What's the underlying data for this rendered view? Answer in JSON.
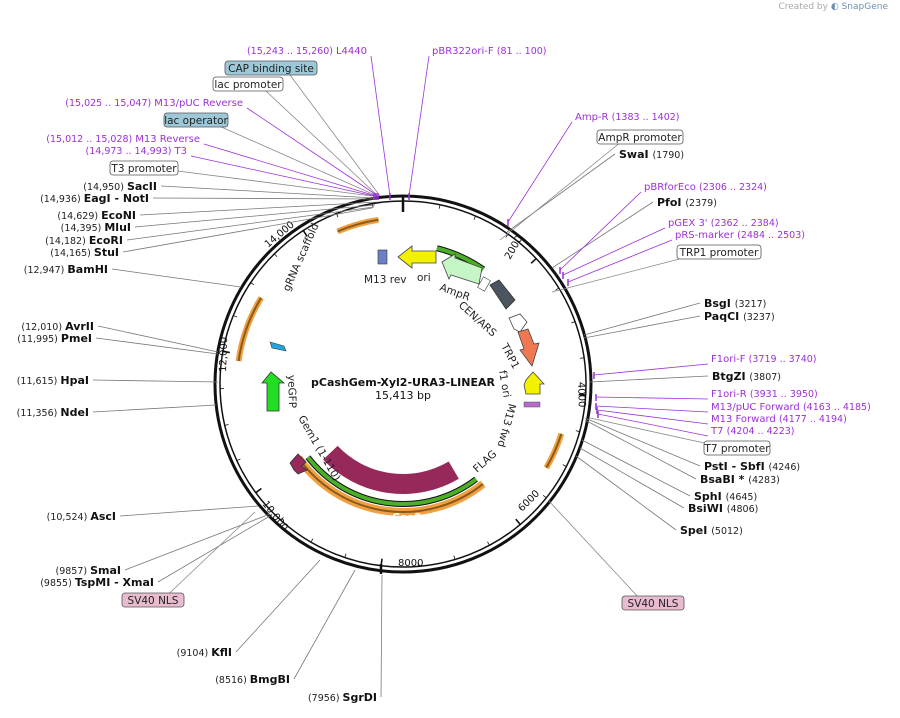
{
  "credit": {
    "prefix": "Created by",
    "brand": "SnapGene"
  },
  "map": {
    "name": "pCashGem-Xyl2-URA3-LINEAR",
    "length": "15,413 bp",
    "length_bp": 15413
  },
  "ticks": [
    {
      "label": "2000",
      "bp": 2000
    },
    {
      "label": "4000",
      "bp": 4000
    },
    {
      "label": "6000",
      "bp": 6000
    },
    {
      "label": "8000",
      "bp": 8000
    },
    {
      "label": "10,000",
      "bp": 10000
    },
    {
      "label": "12,000",
      "bp": 12000
    },
    {
      "label": "14,000",
      "bp": 14000
    }
  ],
  "colors": {
    "primer": "#9b30d9",
    "cas9": "#96285a",
    "yegfp": "#22dd22",
    "ori": "#f2f200",
    "ampr": "#c6f5c6",
    "cen": "#4a5560",
    "trp1": "#f07850",
    "orange_arc": "#f0a040",
    "green_arc": "#4caf28",
    "blue_label": "#9cc8d8",
    "pink_label": "#e8bcd0"
  },
  "enzymes_left": [
    {
      "name": "SacII",
      "pos": "(14,950)"
    },
    {
      "name": "EagI  -  NotI",
      "pos": "(14,936)"
    },
    {
      "name": "EcoNI",
      "pos": "(14,629)"
    },
    {
      "name": "MluI",
      "pos": "(14,395)"
    },
    {
      "name": "EcoRI",
      "pos": "(14,182)"
    },
    {
      "name": "StuI",
      "pos": "(14,165)"
    },
    {
      "name": "BamHI",
      "pos": "(12,947)"
    },
    {
      "name": "AvrII",
      "pos": "(12,010)"
    },
    {
      "name": "PmeI",
      "pos": "(11,995)"
    },
    {
      "name": "HpaI",
      "pos": "(11,615)"
    },
    {
      "name": "NdeI",
      "pos": "(11,356)"
    },
    {
      "name": "AscI",
      "pos": "(10,524)"
    },
    {
      "name": "SmaI",
      "pos": "(9857)"
    },
    {
      "name": "TspMI  -  XmaI",
      "pos": "(9855)"
    },
    {
      "name": "KflI",
      "pos": "(9104)"
    },
    {
      "name": "BmgBI",
      "pos": "(8516)"
    },
    {
      "name": "SgrDI",
      "pos": "(7956)"
    }
  ],
  "enzymes_right": [
    {
      "name": "SwaI",
      "pos": "(1790)"
    },
    {
      "name": "PfoI",
      "pos": "(2379)"
    },
    {
      "name": "BsgI",
      "pos": "(3217)"
    },
    {
      "name": "PaqCI",
      "pos": "(3237)"
    },
    {
      "name": "BtgZI",
      "pos": "(3807)"
    },
    {
      "name": "PstI  -  SbfI",
      "pos": "(4246)"
    },
    {
      "name": "BsaBI  *",
      "pos": "(4283)"
    },
    {
      "name": "SphI",
      "pos": "(4645)"
    },
    {
      "name": "BsiWI",
      "pos": "(4806)"
    },
    {
      "name": "SpeI",
      "pos": "(5012)"
    }
  ],
  "primers": [
    {
      "name": "L4440",
      "pos": "(15,243 .. 15,260)"
    },
    {
      "name": "pBR322ori-F",
      "pos": "(81 .. 100)"
    },
    {
      "name": "M13/pUC Reverse",
      "pos": "(15,025 .. 15,047)"
    },
    {
      "name": "M13 Reverse",
      "pos": "(15,012 .. 15,028)"
    },
    {
      "name": "T3",
      "pos": "(14,973 .. 14,993)"
    },
    {
      "name": "Amp-R",
      "pos": "(1383 .. 1402)"
    },
    {
      "name": "pBRforEco",
      "pos": "(2306 .. 2324)"
    },
    {
      "name": "pGEX 3'",
      "pos": "(2362 .. 2384)"
    },
    {
      "name": "pRS-marker",
      "pos": "(2484 .. 2503)"
    },
    {
      "name": "F1ori-F",
      "pos": "(3719 .. 3740)"
    },
    {
      "name": "F1ori-R",
      "pos": "(3931 .. 3950)"
    },
    {
      "name": "M13/pUC Forward",
      "pos": "(4163 .. 4185)"
    },
    {
      "name": "M13 Forward",
      "pos": "(4177 .. 4194)"
    },
    {
      "name": "T7",
      "pos": "(4204 .. 4223)"
    }
  ],
  "boxed_labels": [
    {
      "name": "CAP binding site",
      "style": "blue"
    },
    {
      "name": "lac promoter",
      "style": "white"
    },
    {
      "name": "lac operator",
      "style": "blue"
    },
    {
      "name": "T3 promoter",
      "style": "white"
    },
    {
      "name": "AmpR promoter",
      "style": "white"
    },
    {
      "name": "TRP1 promoter",
      "style": "white"
    },
    {
      "name": "T7 promoter",
      "style": "white"
    },
    {
      "name": "SV40 NLS",
      "style": "pink"
    },
    {
      "name": "SV40 NLS",
      "style": "pink"
    }
  ],
  "features": [
    {
      "name": "M13 rev"
    },
    {
      "name": "ori"
    },
    {
      "name": "AmpR"
    },
    {
      "name": "CEN/ARS"
    },
    {
      "name": "TRP1"
    },
    {
      "name": "f1 ori"
    },
    {
      "name": "M13 fwd"
    },
    {
      "name": "FLAG"
    },
    {
      "name": "Cas9"
    },
    {
      "name": "Gem1 (1-110)"
    },
    {
      "name": "yeGFP"
    },
    {
      "name": "gRNA scaffold"
    }
  ]
}
